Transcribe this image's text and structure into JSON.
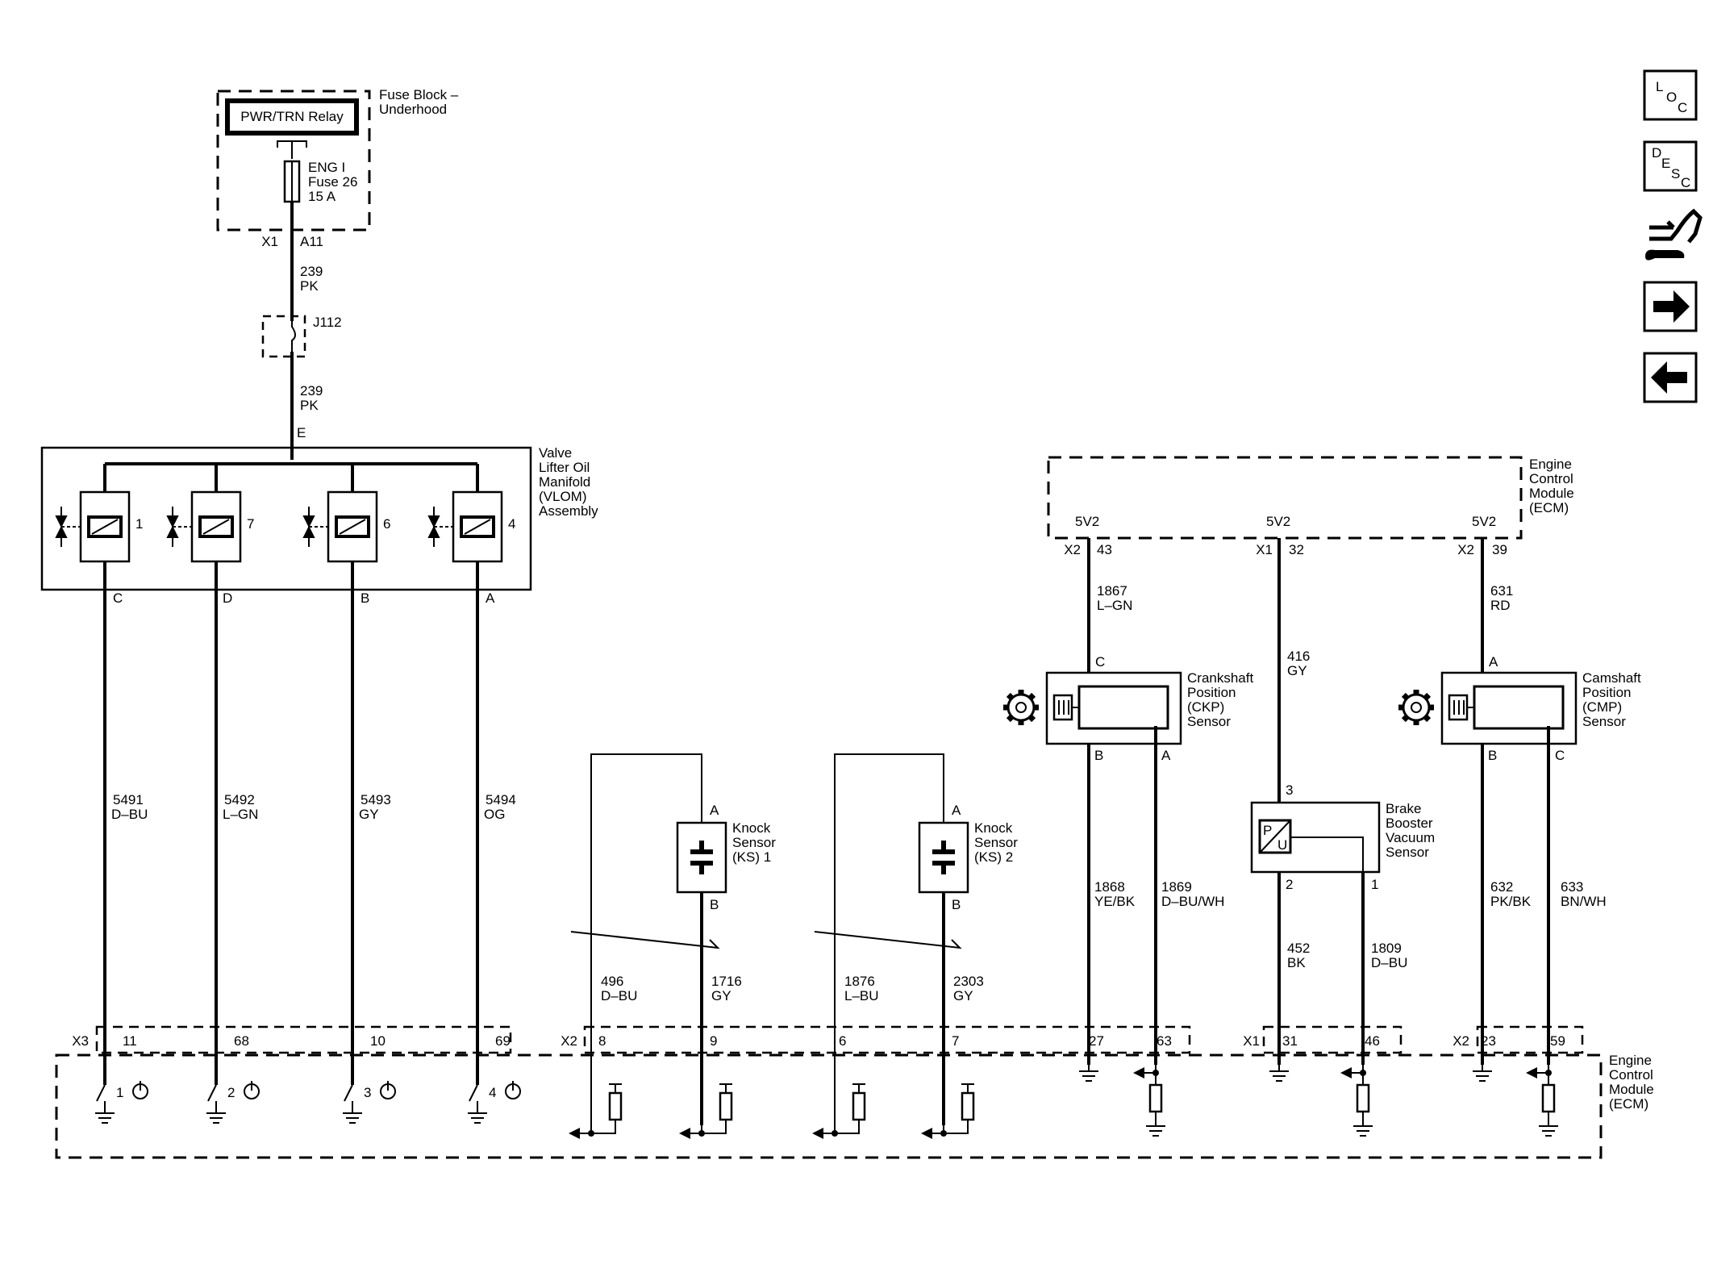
{
  "fuse_block": {
    "relay": "PWR/TRN Relay",
    "title1": "Fuse Block –",
    "title2": "Underhood",
    "fuse_l1": "ENG I",
    "fuse_l2": "Fuse 26",
    "fuse_l3": "15 A",
    "conn": "X1",
    "pin": "A11"
  },
  "feed": {
    "w1": "239",
    "c1": "PK",
    "junction": "J112",
    "w2": "239",
    "c2": "PK",
    "pin_e": "E"
  },
  "vlom": {
    "t1": "Valve",
    "t2": "Lifter Oil",
    "t3": "Manifold",
    "t4": "(VLOM)",
    "t5": "Assembly",
    "sol": [
      {
        "n": "1",
        "pin": "C",
        "wire": "5491",
        "color": "D–BU"
      },
      {
        "n": "7",
        "pin": "D",
        "wire": "5492",
        "color": "L–GN"
      },
      {
        "n": "6",
        "pin": "B",
        "wire": "5493",
        "color": "GY"
      },
      {
        "n": "4",
        "pin": "A",
        "wire": "5494",
        "color": "OG"
      }
    ]
  },
  "ks1": {
    "t1": "Knock",
    "t2": "Sensor",
    "t3": "(KS) 1",
    "pa": "A",
    "pb": "B",
    "w1": "496",
    "c1": "D–BU",
    "w2": "1716",
    "c2": "GY"
  },
  "ks2": {
    "t1": "Knock",
    "t2": "Sensor",
    "t3": "(KS) 2",
    "pa": "A",
    "pb": "B",
    "w1": "1876",
    "c1": "L–BU",
    "w2": "2303",
    "c2": "GY"
  },
  "ecm_top": {
    "t1": "Engine",
    "t2": "Control",
    "t3": "Module",
    "t4": "(ECM)",
    "v1": "5V2",
    "v2": "5V2",
    "v3": "5V2",
    "c1": "X2",
    "p1": "43",
    "c2": "X1",
    "p2": "32",
    "c3": "X2",
    "p3": "39"
  },
  "ckp": {
    "t1": "Crankshaft",
    "t2": "Position",
    "t3": "(CKP)",
    "t4": "Sensor",
    "w_in": "1867",
    "c_in": "L–GN",
    "pc": "C",
    "pb": "B",
    "pa": "A",
    "wb": "1868",
    "cb": "YE/BK",
    "wa": "1869",
    "ca": "D–BU/WH"
  },
  "bbv": {
    "t1": "Brake",
    "t2": "Booster",
    "t3": "Vacuum",
    "t4": "Sensor",
    "w_in": "416",
    "c_in": "GY",
    "p3": "3",
    "p2": "2",
    "p1": "1",
    "w2": "452",
    "c2": "BK",
    "w1": "1809",
    "c1": "D–BU",
    "lp": "P",
    "lu": "U"
  },
  "cmp": {
    "t1": "Camshaft",
    "t2": "Position",
    "t3": "(CMP)",
    "t4": "Sensor",
    "w_in": "631",
    "c_in": "RD",
    "pa": "A",
    "pb": "B",
    "pc": "C",
    "wb": "632",
    "cb": "PK/BK",
    "wc": "633",
    "cc": "BN/WH"
  },
  "ecm_bottom": {
    "t1": "Engine",
    "t2": "Control",
    "t3": "Module",
    "t4": "(ECM)",
    "x3": "X3",
    "x3p": [
      "11",
      "68",
      "10",
      "69"
    ],
    "drv": [
      "1",
      "2",
      "3",
      "4"
    ],
    "x2a": "X2",
    "x2ap": [
      "8",
      "9",
      "6",
      "7"
    ],
    "x2b_p": [
      "27",
      "63"
    ],
    "x1": "X1",
    "x1p": [
      "31",
      "46"
    ],
    "x2c": "X2",
    "x2cp": [
      "23",
      "59"
    ]
  },
  "nav": {
    "loc": [
      "L",
      "O",
      "C"
    ],
    "desc": [
      "D",
      "E",
      "S",
      "C"
    ],
    "icons": [
      "wrench-car-icon",
      "arrow-right-icon",
      "arrow-left-icon"
    ]
  }
}
